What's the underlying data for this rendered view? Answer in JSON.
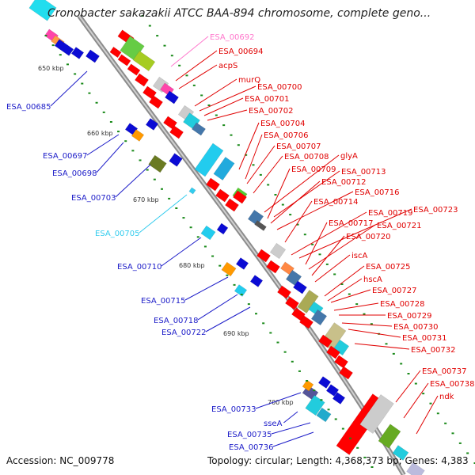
{
  "title": "Cronobacter sakazakii ATCC BAA-894 chromosome, complete geno...",
  "footer": {
    "accession": "Accession: NC_009778",
    "meta": "Topology: circular; Length: 4,368,373 bp; Genes: 4,383"
  },
  "colors": {
    "backbone": "#8c8c8c",
    "plus_strand": "#0b0bd4",
    "minus_strand": "#e2061b",
    "label_plus": "#1c1cc8",
    "label_minus": "#e00000",
    "label_pink": "#ff77cc",
    "label_cyan": "#33ccee",
    "tick": "#1a8a1a"
  },
  "ticks": [
    "650 kbp",
    "660 kbp",
    "670 kbp",
    "680 kbp",
    "690 kbp",
    "700 kbp"
  ],
  "genes_left": [
    {
      "label": "ESA_00685",
      "color": "blue"
    },
    {
      "label": "ESA_00697",
      "color": "blue"
    },
    {
      "label": "ESA_00698",
      "color": "blue"
    },
    {
      "label": "ESA_00703",
      "color": "blue"
    },
    {
      "label": "ESA_00705",
      "color": "cyan"
    },
    {
      "label": "ESA_00710",
      "color": "blue"
    },
    {
      "label": "ESA_00715",
      "color": "blue"
    },
    {
      "label": "ESA_00718",
      "color": "blue"
    },
    {
      "label": "ESA_00722",
      "color": "blue"
    },
    {
      "label": "ESA_00733",
      "color": "blue"
    },
    {
      "label": "sseA",
      "color": "blue"
    },
    {
      "label": "ESA_00735",
      "color": "blue"
    },
    {
      "label": "ESA_00736",
      "color": "blue"
    }
  ],
  "genes_right": [
    {
      "label": "ESA_00692",
      "color": "pink"
    },
    {
      "label": "ESA_00694",
      "color": "red"
    },
    {
      "label": "acpS",
      "color": "red"
    },
    {
      "label": "murQ",
      "color": "red"
    },
    {
      "label": "ESA_00700",
      "color": "red"
    },
    {
      "label": "ESA_00701",
      "color": "red"
    },
    {
      "label": "ESA_00702",
      "color": "red"
    },
    {
      "label": "ESA_00704",
      "color": "red"
    },
    {
      "label": "ESA_00706",
      "color": "red"
    },
    {
      "label": "ESA_00707",
      "color": "red"
    },
    {
      "label": "ESA_00708",
      "color": "red"
    },
    {
      "label": "glyA",
      "color": "red"
    },
    {
      "label": "ESA_00709",
      "color": "red"
    },
    {
      "label": "ESA_00713",
      "color": "red"
    },
    {
      "label": "ESA_00712",
      "color": "red"
    },
    {
      "label": "ESA_00716",
      "color": "red"
    },
    {
      "label": "ESA_00714",
      "color": "red"
    },
    {
      "label": "ESA_00719",
      "color": "red"
    },
    {
      "label": "ESA_00723",
      "color": "red"
    },
    {
      "label": "ESA_00717",
      "color": "red"
    },
    {
      "label": "ESA_00721",
      "color": "red"
    },
    {
      "label": "ESA_00720",
      "color": "red"
    },
    {
      "label": "iscA",
      "color": "red"
    },
    {
      "label": "ESA_00725",
      "color": "red"
    },
    {
      "label": "hscA",
      "color": "red"
    },
    {
      "label": "ESA_00727",
      "color": "red"
    },
    {
      "label": "ESA_00728",
      "color": "red"
    },
    {
      "label": "ESA_00729",
      "color": "red"
    },
    {
      "label": "ESA_00730",
      "color": "red"
    },
    {
      "label": "ESA_00731",
      "color": "red"
    },
    {
      "label": "ESA_00732",
      "color": "red"
    },
    {
      "label": "ESA_00737",
      "color": "red"
    },
    {
      "label": "ESA_00738",
      "color": "red"
    },
    {
      "label": "ndk",
      "color": "red"
    }
  ]
}
